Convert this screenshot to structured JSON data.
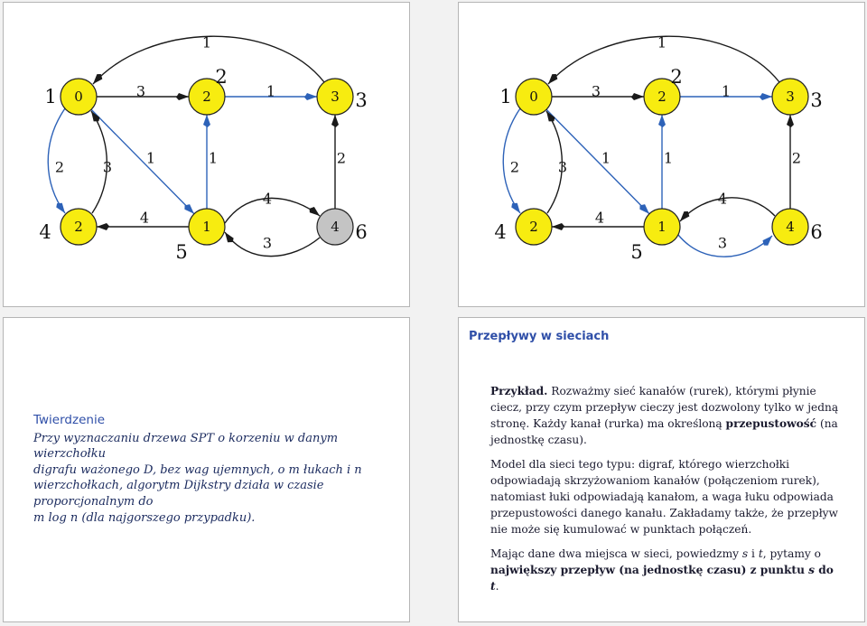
{
  "graph": {
    "nodes": [
      {
        "id": "n0",
        "label": "0",
        "dist": "1"
      },
      {
        "id": "n2",
        "label": "2",
        "dist": "2"
      },
      {
        "id": "n3",
        "label": "3",
        "dist": "3"
      },
      {
        "id": "nL",
        "label": "2",
        "dist": "4"
      },
      {
        "id": "n1",
        "label": "1",
        "dist": "5"
      },
      {
        "id": "n4",
        "label": "4",
        "dist": "6"
      }
    ],
    "edge_weights": {
      "n0_n2": "3",
      "n2_n3": "1",
      "n3_n0": "1",
      "n0_nL": "2",
      "nL_n0": "3",
      "n0_n1": "1",
      "n1_n2": "1",
      "n4_n3": "2",
      "n1_nL": "4",
      "n1_n4": "4",
      "n4_n1": "3"
    },
    "colors": {
      "node_yellow": "#f7ec10",
      "node_gray": "#c4c4c4",
      "tree_edge": "#2d62b8",
      "edge": "#1a1a1a"
    }
  },
  "slide3": {
    "heading": "Twierdzenie",
    "line1": "Przy wyznaczaniu drzewa SPT o korzeniu w danym wierzchołku",
    "line2": "digrafu ważonego D, bez wag ujemnych, o m łukach i n",
    "line3": "wierzchołkach, algorytm Dijkstry działa w czasie proporcjonalnym do",
    "line4": "m log n (dla najgorszego przypadku)."
  },
  "slide4": {
    "title": "Przepływy w sieciach",
    "p1_bold": "Przykład.",
    "p1_text1": " Rozważmy sieć kanałów (rurek), którymi płynie ciecz, przy czym przepływ cieczy jest dozwolony tylko w jedną stronę. Każdy kanał (rurka) ma określoną ",
    "p1_bold2": "przepustowość",
    "p1_text2": " (na jednostkę czasu).",
    "p2": "Model dla sieci tego typu: digraf, którego wierzchołki odpowiadają skrzyżowaniom kanałów (połączeniom rurek), natomiast łuki odpowiadają kanałom, a waga łuku odpowiada przepustowości danego kanału. Zakładamy także, że przepływ nie może się kumulować w punktach połączeń.",
    "p3_text1": "Mając dane dwa miejsca w sieci, powiedzmy ",
    "p3_s": "s",
    "p3_and": " i ",
    "p3_t": "t",
    "p3_text2": ", pytamy o ",
    "p3_bold": "największy przepływ (na jednostkę czasu) z punktu ",
    "p3_bold_s": "s",
    "p3_bold_do": " do ",
    "p3_bold_t": "t",
    "p3_end": "."
  }
}
